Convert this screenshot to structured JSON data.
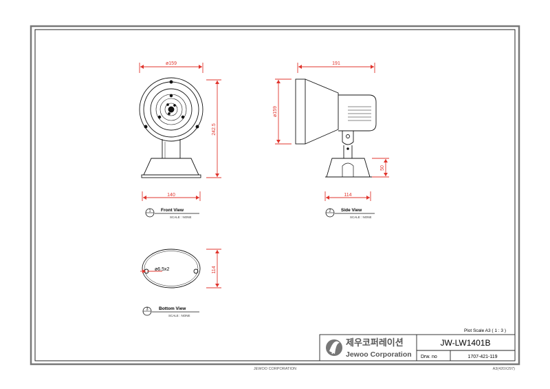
{
  "views": {
    "front": {
      "number": "1",
      "title": "Front View",
      "scale": "SCALE : NONE",
      "dim_top": "ø159",
      "dim_right": "242.5",
      "dim_bottom": "140"
    },
    "side": {
      "number": "2",
      "title": "Side View",
      "scale": "SCALE : NONE",
      "dim_top": "191",
      "dim_left": "ø159",
      "dim_right": "50",
      "dim_bottom": "114"
    },
    "bottom": {
      "number": "3",
      "title": "Bottom View",
      "scale": "SCALE : NONE",
      "hole_label": "ø6.5x2",
      "dim_right": "114"
    }
  },
  "title_block": {
    "plot_scale": "Plot Scale  A3 ( 1 : 3 )",
    "company_korean": "제우코퍼레이션",
    "company_english": "Jewoo Corporation",
    "model": "JW-LW1401B",
    "drw_label": "Drw. no",
    "drw_number": "1707-421-119"
  },
  "footer": {
    "company": "JEWOO CORPORATION",
    "sheet_size": "A3(420X297)"
  },
  "colors": {
    "dimension": "#e0342c",
    "line": "#111111",
    "frame": "#666666",
    "logo": "#777777"
  }
}
